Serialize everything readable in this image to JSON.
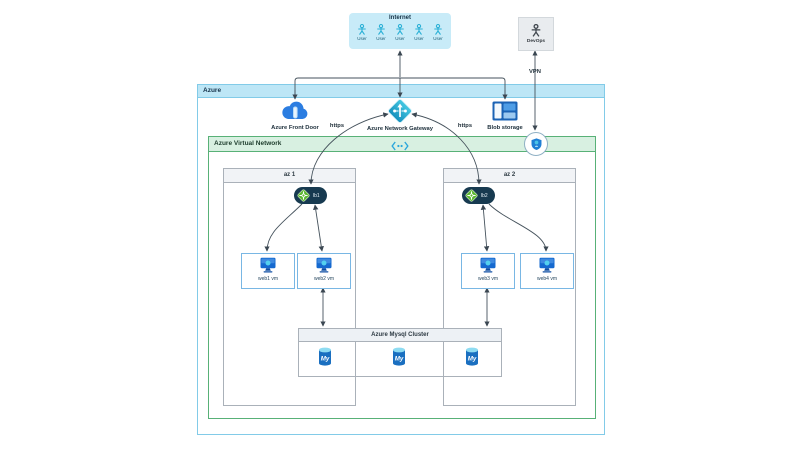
{
  "internet": {
    "title": "Internet",
    "users": [
      "User",
      "User",
      "User",
      "User",
      "User"
    ]
  },
  "devops": {
    "label": "DevOps"
  },
  "edges": {
    "vpn": "VPN",
    "https_left": "https",
    "https_right": "https"
  },
  "azure": {
    "label": "Azure",
    "services": {
      "front_door": "Azure Front Door",
      "gateway": "Azure Network Gateway",
      "blob": "Blob storage"
    },
    "vnet": {
      "label": "Azure Virtual Network",
      "zones": [
        {
          "label": "az 1",
          "lb": "lb1",
          "vms": [
            "web1 vm",
            "web2 vm"
          ]
        },
        {
          "label": "az 2",
          "lb": "lb2",
          "vms": [
            "web3 vm",
            "web4 vm"
          ]
        }
      ],
      "mysql": {
        "label": "Azure Mysql Cluster",
        "nodes": [
          "My",
          "My",
          "My"
        ]
      }
    }
  },
  "colors": {
    "azure_header": "#bde6f6",
    "azure_border": "#82cbe8",
    "vnet_header": "#d8f0e1",
    "vnet_border": "#58b177",
    "internet_fill": "#c8ebf8",
    "lb_pill": "#173a50",
    "lb_diamond": "#5cb732",
    "vm_border": "#79b7e4",
    "vm_blue": "#1569cf",
    "mysql_blue": "#1a6fc0",
    "mysql_top": "#8edcf2",
    "wire": "#45525c"
  }
}
